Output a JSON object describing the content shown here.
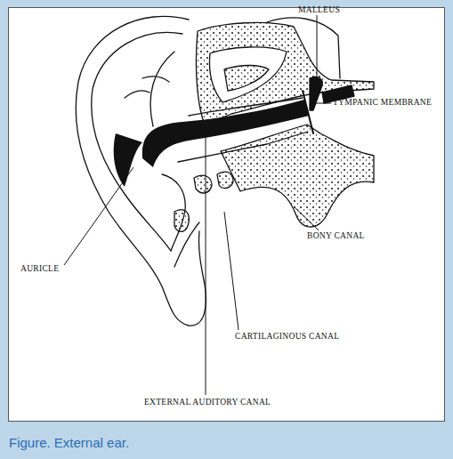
{
  "diagram": {
    "caption": "Figure. External ear.",
    "labels": [
      "MALLEUS",
      "TYMPANIC MEMBRANE",
      "BONY CANAL",
      "AURICLE",
      "CARTILAGINOUS CANAL",
      "EXTERNAL AUDITORY CANAL"
    ]
  }
}
